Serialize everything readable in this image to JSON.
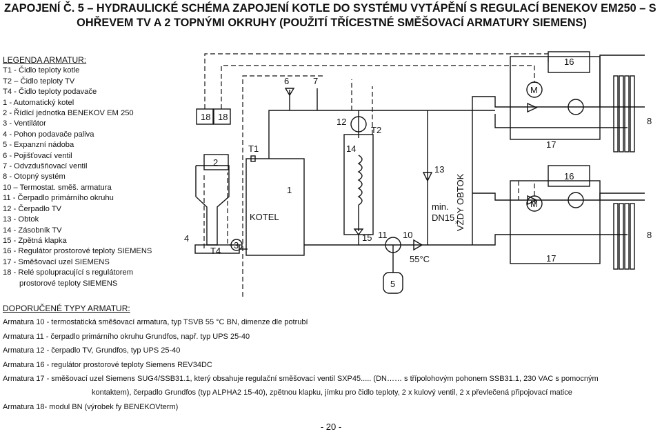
{
  "title": {
    "line1": "ZAPOJENÍ Č. 5 – HYDRAULICKÉ SCHÉMA ZAPOJENÍ KOTLE DO SYSTÉMU VYTÁPĚNÍ S REGULACÍ BENEKOV EM250 – S",
    "line2": "OHŘEVEM TV A 2 TOPNÝMI OKRUHY (POUŽITÍ TŘÍCESTNÉ SMĚŠOVACÍ ARMATURY SIEMENS)"
  },
  "legend": {
    "heading": "LEGENDA ARMATUR:",
    "items": [
      "T1 - Čidlo teploty kotle",
      "T2 – Čidlo teploty TV",
      "T4 - Čidlo teploty podavače",
      "1 - Automatický kotel",
      "2 - Řídící jednotka BENEKOV EM 250",
      "3 - Ventilátor",
      "4 - Pohon podavače paliva",
      "5 - Expanzní nádoba",
      "6 - Pojišťovací ventil",
      "7 - Odvzdušňovací ventil",
      "8 - Otopný systém",
      "10 – Termostat. směš. armatura",
      "11 - Čerpadlo primárního okruhu",
      "12 - Čerpadlo TV",
      "13 - Obtok",
      "14 - Zásobník TV",
      "15 - Zpětná klapka",
      "16 - Regulátor prostorové teploty SIEMENS",
      "17 - Směšovací uzel SIEMENS",
      "18 - Relé spolupracující s regulátorem"
    ],
    "item_cont": "prostorové teploty SIEMENS"
  },
  "diagram": {
    "labels": {
      "l18a": "18",
      "l18b": "18",
      "l2": "2",
      "l4": "4",
      "lT4": "T4",
      "l3": "3",
      "lT1": "T1",
      "lKOTEL": "KOTEL",
      "l1": "1",
      "l6": "6",
      "l7": "7",
      "l12": "12",
      "l14": "14",
      "lT2": "T2",
      "l15": "15",
      "l11": "11",
      "l10": "10",
      "l55": "55°C",
      "l5": "5",
      "l13": "13",
      "lmin": "min.",
      "lDN": "DN15",
      "lobtok": "VŽDY OBTOK",
      "l16a": "16",
      "l16b": "16",
      "l17a": "17",
      "l17b": "17",
      "l8a": "8",
      "l8b": "8",
      "lMa": "M",
      "lMb": "M"
    }
  },
  "types": {
    "heading": "DOPORUČENÉ TYPY ARMATUR:",
    "rows": [
      "Armatura 10 - termostatická směšovací armatura, typ TSVB 55 °C BN, dimenze dle potrubí",
      "Armatura 11 - čerpadlo primárního okruhu Grundfos, např. typ UPS 25-40",
      "Armatura 12 - čerpadlo TV, Grundfos, typ UPS 25-40",
      "Armatura 16 - regulátor prostorové teploty Siemens REV34DC",
      "Armatura 17 -  směšovací uzel Siemens SUG4/SSB31.1, který obsahuje regulační směšovací ventil SXP45..... (DN……  s třípolohovým pohonem SSB31.1, 230 VAC s pomocným"
    ],
    "row_cont": "kontaktem), čerpadlo Grundfos (typ ALPHA2 15-40), zpětnou klapku, jímku pro čidlo teploty, 2 x kulový ventil, 2 x převlečená připojovací matice",
    "last_row": "Armatura 18- modul BN (výrobek fy BENEKOVterm)"
  },
  "page_number": "- 20 -"
}
